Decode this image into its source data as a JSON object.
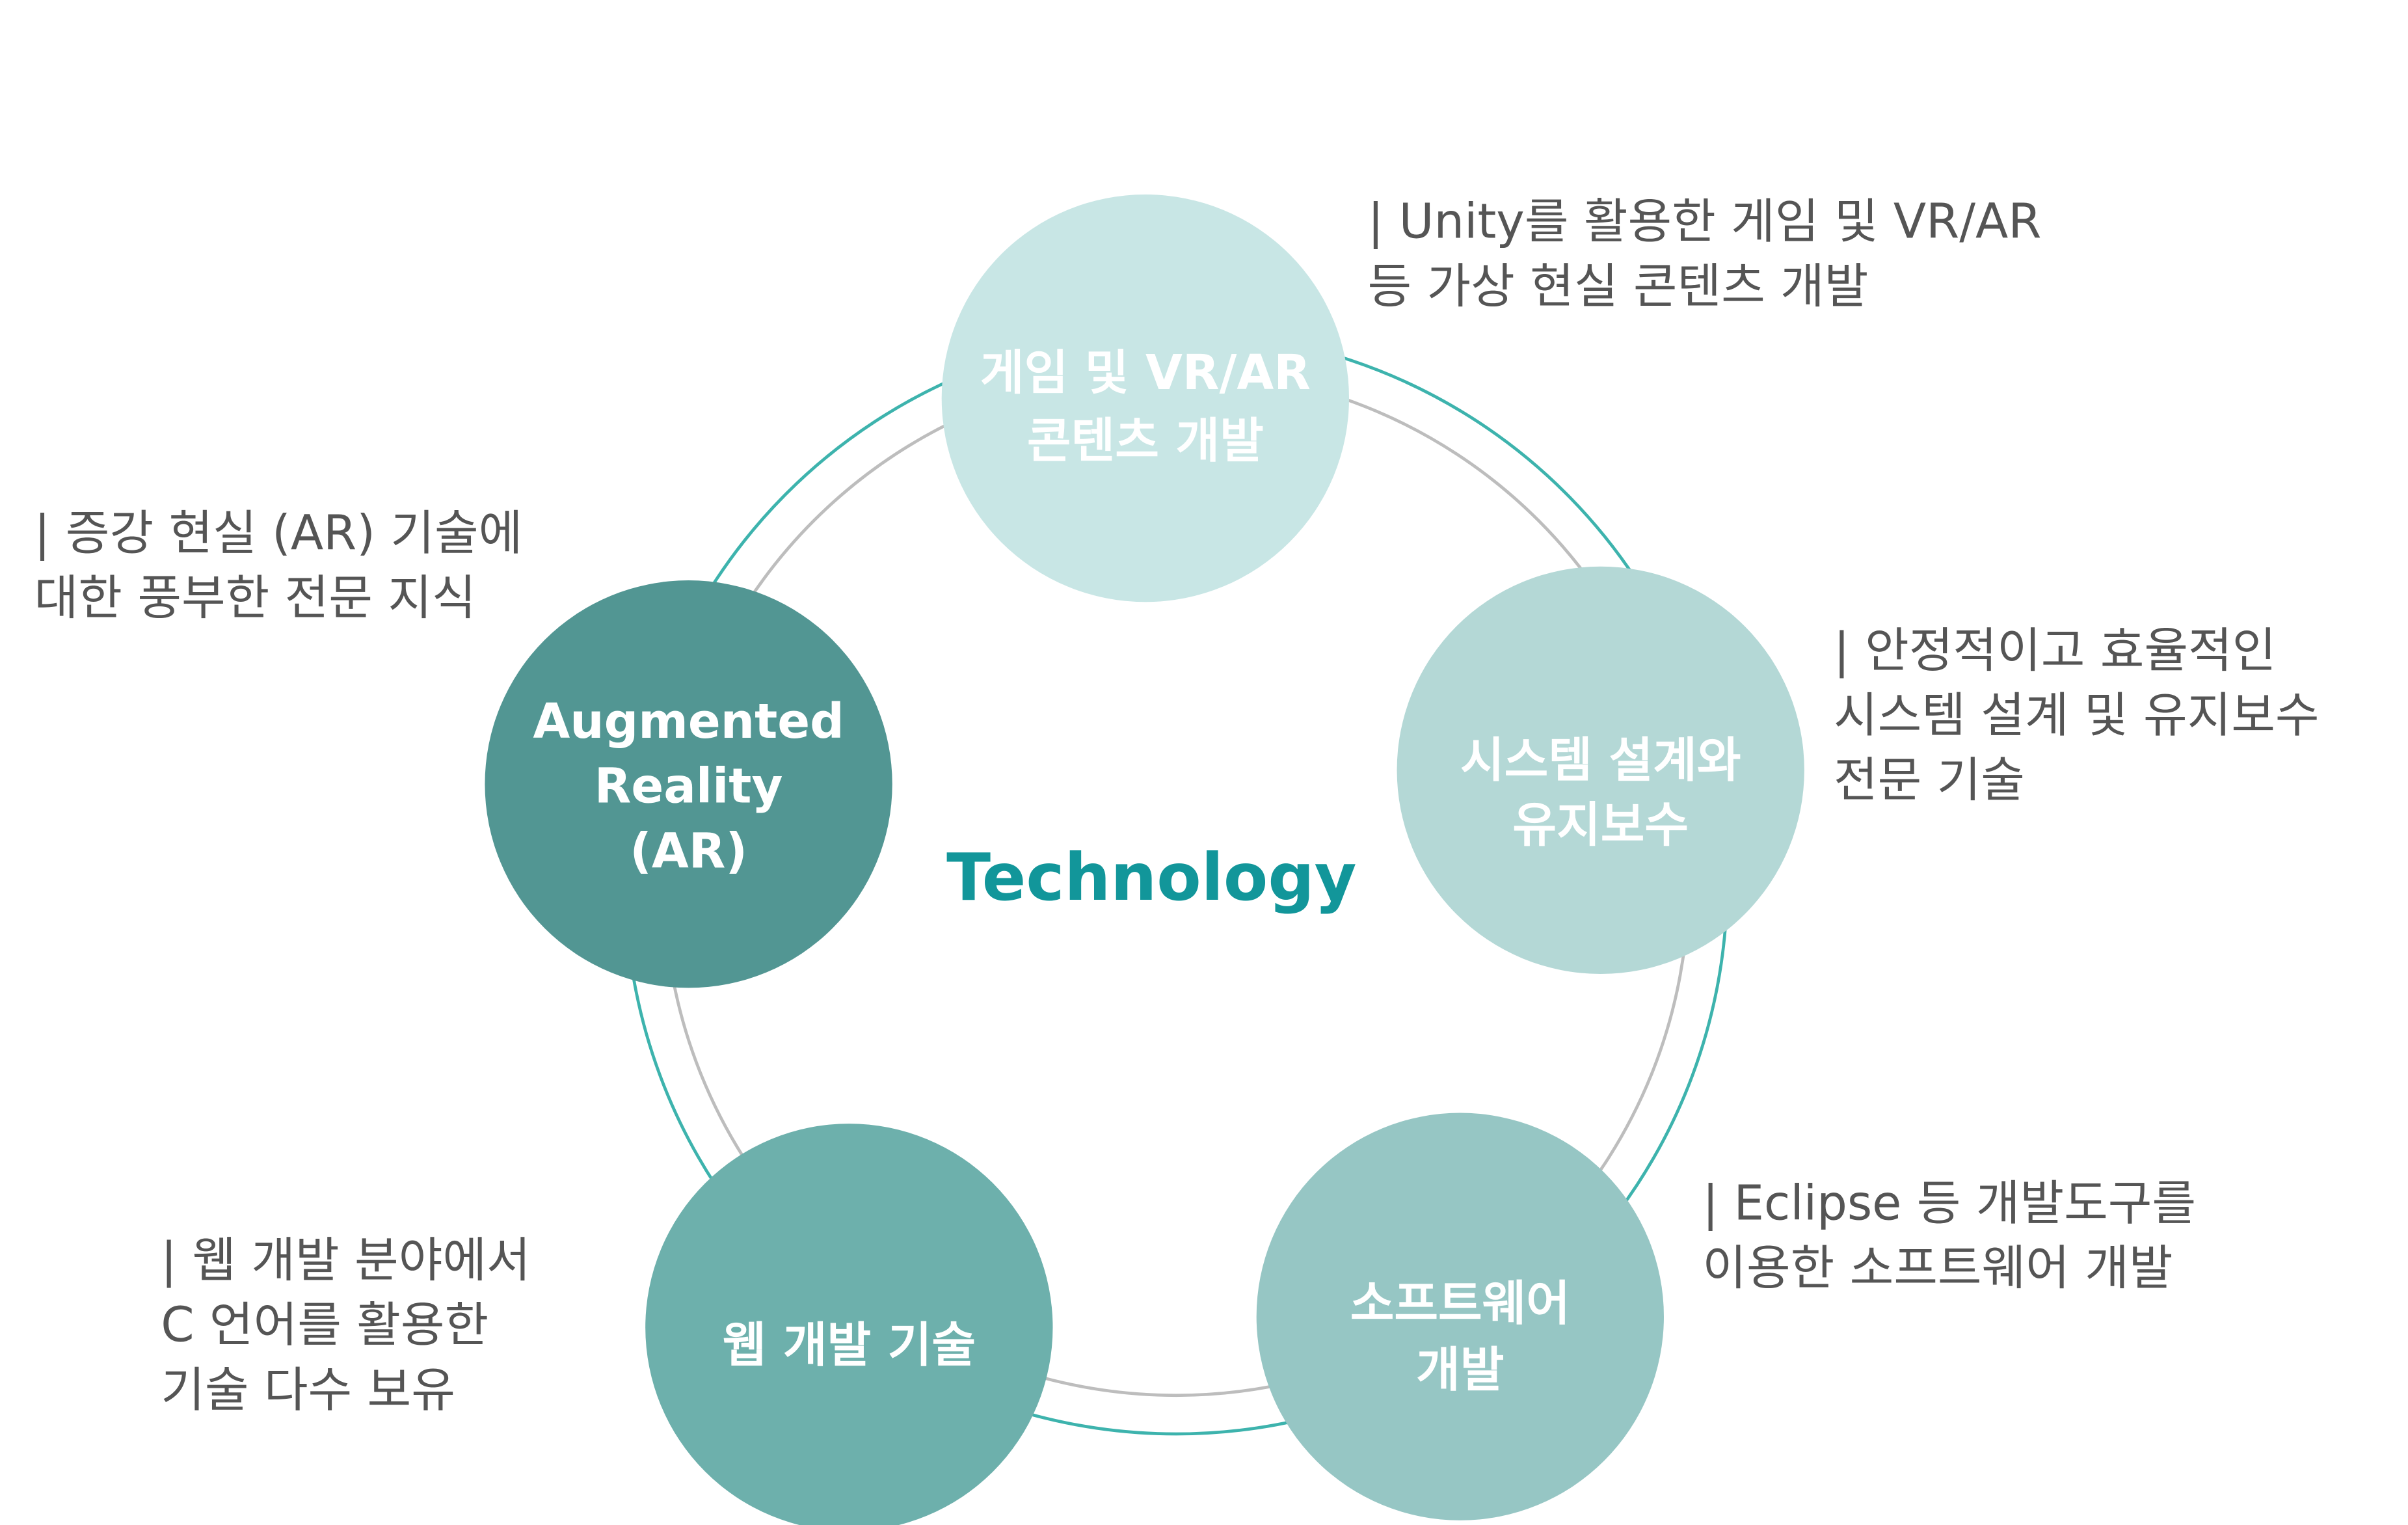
{
  "title": "Technology",
  "colors": {
    "accent": "#12969a",
    "outer_ring": "#3db3ad",
    "inner_ring": "#bdbdbd",
    "text": "#555555"
  },
  "nodes": [
    {
      "lines": [
        "게임 및 VR/AR",
        "콘텐츠 개발"
      ],
      "color": "#c8e6e5"
    },
    {
      "lines": [
        "시스템 설계와",
        "유지보수"
      ],
      "color": "#b4d8d6"
    },
    {
      "lines": [
        "소프트웨어",
        "개발"
      ],
      "color": "#96c6c4"
    },
    {
      "lines": [
        "웹 개발 기술"
      ],
      "color": "#6db0ac"
    },
    {
      "lines": [
        "Augmented",
        "Reality",
        "(AR)"
      ],
      "color": "#529693"
    }
  ],
  "descriptions": [
    {
      "lines": [
        "| Unity를 활용한 게임 및 VR/AR",
        "등 가상 현실 콘텐츠 개발"
      ]
    },
    {
      "lines": [
        "| 안정적이고 효율적인",
        "시스템 설계 및 유지보수",
        "전문 기술"
      ]
    },
    {
      "lines": [
        "| Eclipse 등 개발도구를",
        "이용한 소프트웨어 개발"
      ]
    },
    {
      "lines": [
        "| 웹 개발 분야에서",
        "C 언어를 활용한",
        "기술 다수 보유"
      ]
    },
    {
      "lines": [
        "| 증강 현실 (AR) 기술에",
        "대한 풍부한 전문 지식"
      ]
    }
  ]
}
